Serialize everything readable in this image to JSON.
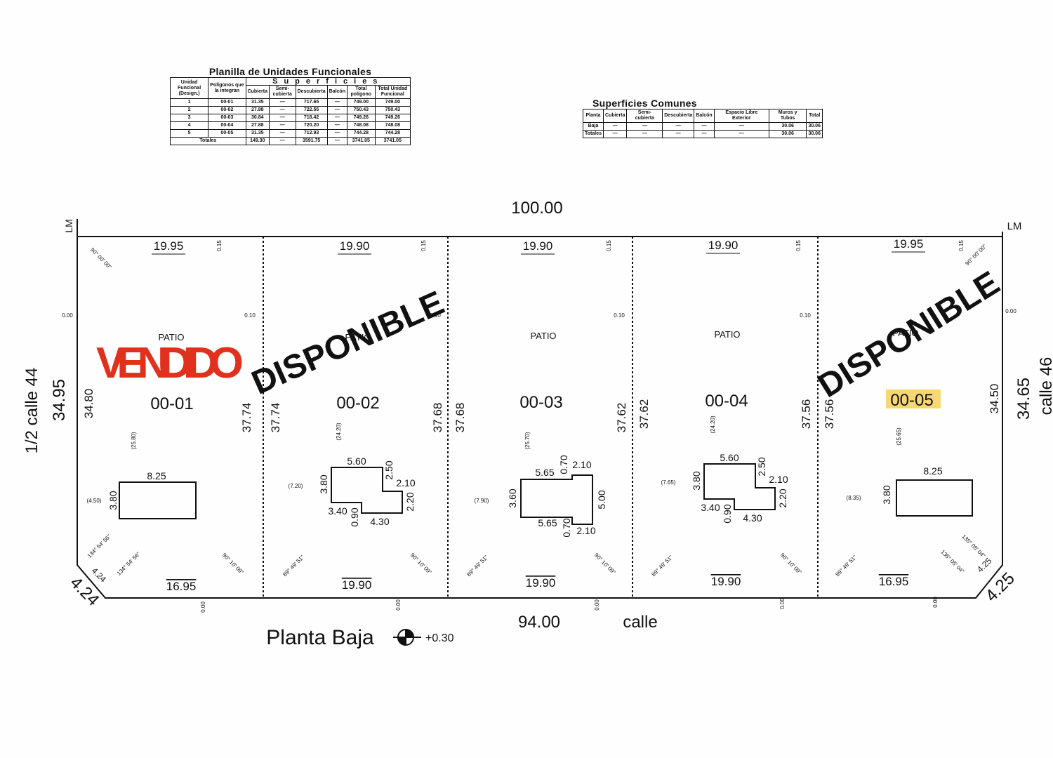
{
  "units_table": {
    "title": "Planilla de Unidades Funcionales",
    "group_header": "Superficies",
    "headers": [
      "Unidad Funcional (Design.)",
      "Polígonos que la integran",
      "Cubierta",
      "Semi-cubierta",
      "Descubierta",
      "Balcón",
      "Total polígono",
      "Total Unidad Funcional"
    ],
    "rows": [
      [
        "1",
        "00-01",
        "31.35",
        "—",
        "717.65",
        "—",
        "749.00",
        "749.00"
      ],
      [
        "2",
        "00-02",
        "27.88",
        "—",
        "722.55",
        "—",
        "750.43",
        "750.43"
      ],
      [
        "3",
        "00-03",
        "30.84",
        "—",
        "718.42",
        "—",
        "749.26",
        "749.26"
      ],
      [
        "4",
        "00-04",
        "27.88",
        "—",
        "720.20",
        "—",
        "748.08",
        "748.08"
      ],
      [
        "5",
        "00-05",
        "31.35",
        "—",
        "712.93",
        "—",
        "744.28",
        "744.28"
      ]
    ],
    "totals": [
      "Totales",
      "149.30",
      "—",
      "3591.75",
      "—",
      "3741.05",
      "3741.05"
    ]
  },
  "common_table": {
    "title": "Superficies Comunes",
    "headers": [
      "Planta",
      "Cubierta",
      "Semi-cubierta",
      "Descubierta",
      "Balcón",
      "Espacio Libre Exterior",
      "Muros y Tubos",
      "Total"
    ],
    "rows": [
      [
        "Baja",
        "—",
        "—",
        "—",
        "—",
        "—",
        "30.06",
        "30.06"
      ],
      [
        "Totales",
        "—",
        "—",
        "—",
        "—",
        "—",
        "30.06",
        "30.06"
      ]
    ]
  },
  "plan": {
    "front_top": "100.00",
    "front_bottom": "94.00",
    "street": "calle",
    "left_street": "1/2 calle 44",
    "right_street": "calle 46",
    "left_depth": "34.95",
    "right_depth": "34.65",
    "lm": "LM",
    "chamfer_left": "4.24",
    "chamfer_right": "4.25",
    "level_title": "Planta Baja",
    "level": "+0.30",
    "small": {
      "d015": "0.15",
      "d010": "0.10",
      "d000": "0.00"
    },
    "angles": {
      "a90": "90° 00' 00\"",
      "a134": "134° 54' 56\"",
      "a9010": "90° 10' 09\"",
      "a8949": "89° 49' 51\"",
      "a135": "135° 05' 04\""
    },
    "patio": "PATIO",
    "lots": [
      {
        "id": "00-01",
        "status": "VENDIDO",
        "top": "19.95",
        "bottom": "16.95",
        "left": "34.80",
        "right": "37.74",
        "depth": "(25.80)",
        "side": "(4.50)",
        "dims": [
          "8.25",
          "3.80"
        ]
      },
      {
        "id": "00-02",
        "status": "DISPONIBLE",
        "top": "19.90",
        "bottom": "19.90",
        "left": "37.74",
        "right": "37.68",
        "depth": "(24.20)",
        "side": "(7.20)",
        "dims": [
          "5.60",
          "2.50",
          "2.10",
          "2.20",
          "4.30",
          "0.90",
          "3.40",
          "3.80"
        ]
      },
      {
        "id": "00-03",
        "status": "",
        "top": "19.90",
        "bottom": "19.90",
        "left": "37.68",
        "right": "37.62",
        "depth": "(25.70)",
        "side": "(7.90)",
        "dims": [
          "5.65",
          "0.70",
          "2.10",
          "5.00",
          "5.65",
          "0.70",
          "2.10",
          "3.60"
        ]
      },
      {
        "id": "00-04",
        "status": "",
        "top": "19.90",
        "bottom": "19.90",
        "left": "37.62",
        "right": "37.56",
        "depth": "(24.20)",
        "side": "(7.65)",
        "dims": [
          "5.60",
          "2.50",
          "2.10",
          "2.20",
          "4.30",
          "0.90",
          "3.40",
          "3.80"
        ]
      },
      {
        "id": "00-05",
        "status": "DISPONIBLE",
        "top": "19.95",
        "bottom": "16.95",
        "left": "37.56",
        "right": "34.50",
        "depth": "(25.65)",
        "side": "(8.35)",
        "dims": [
          "8.25",
          "3.80"
        ]
      }
    ]
  },
  "colors": {
    "sold": "#e0311e",
    "highlight": "#f7d774"
  }
}
